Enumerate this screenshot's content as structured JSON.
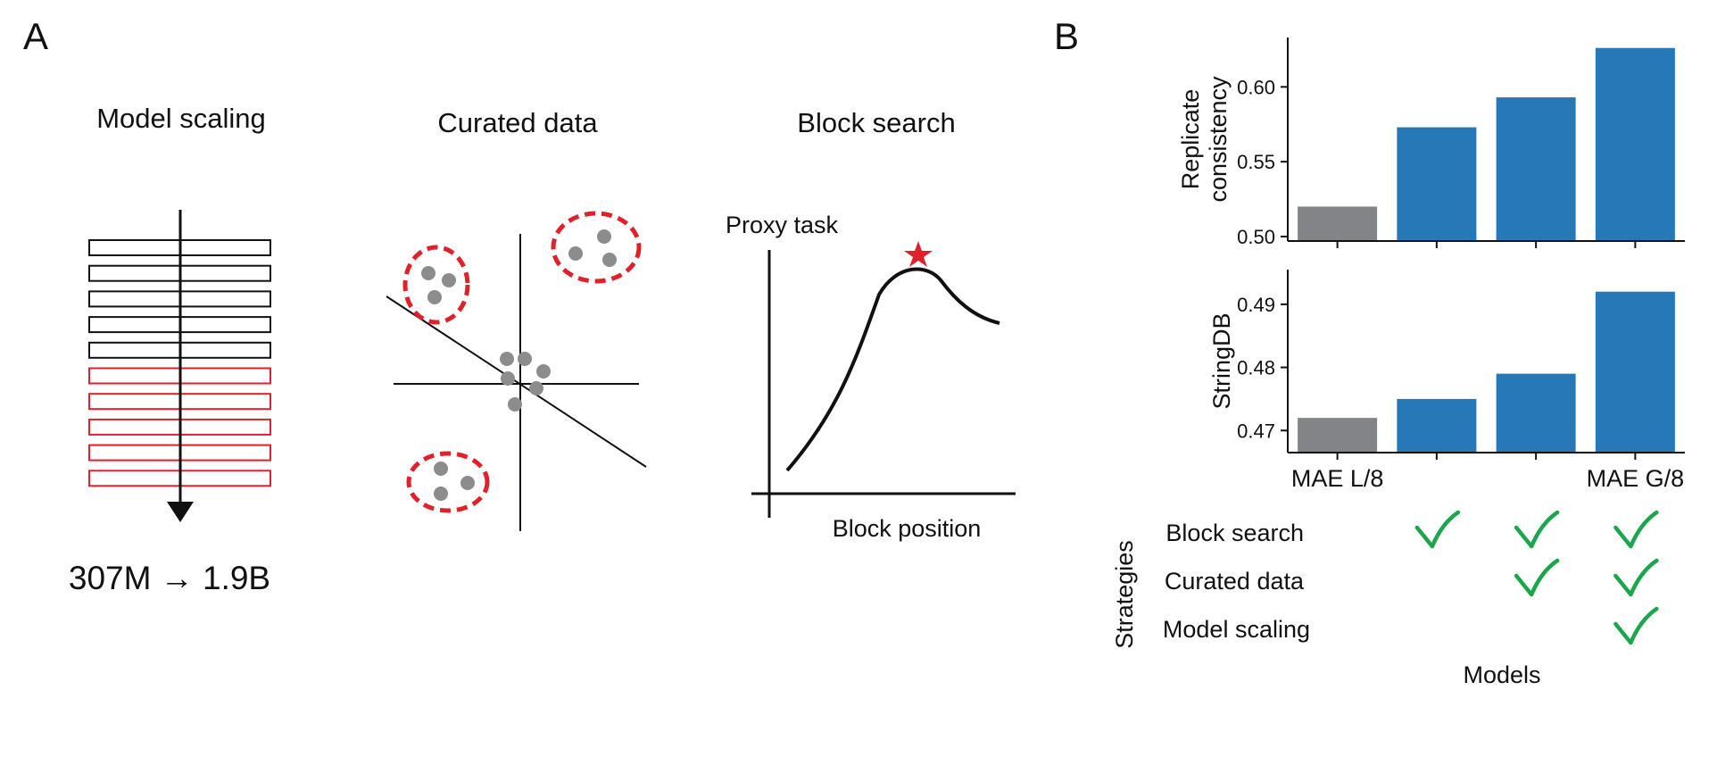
{
  "panel_a": {
    "label": "A",
    "model_scaling": {
      "title": "Model scaling",
      "caption": "307M → 1.9B",
      "black_blocks": 5,
      "red_blocks": 5
    },
    "curated_data": {
      "title": "Curated data"
    },
    "block_search": {
      "title": "Block search",
      "ylabel": "Proxy task",
      "xlabel": "Block position"
    }
  },
  "panel_b": {
    "label": "B",
    "strategies_label": "Strategies",
    "models_label": "Models",
    "strategy_rows": [
      "Block search",
      "Curated data",
      "Model scaling"
    ],
    "checks": [
      [
        false,
        true,
        true,
        true
      ],
      [
        false,
        false,
        true,
        true
      ],
      [
        false,
        false,
        false,
        true
      ]
    ]
  },
  "colors": {
    "gray_bar": "#838487",
    "blue_bar": "#2678b6",
    "red": "#e0202a",
    "check": "#1aa64b"
  },
  "chart_data": [
    {
      "type": "bar",
      "categories": [
        "MAE L/8",
        "",
        "",
        "MAE G/8"
      ],
      "values": [
        0.52,
        0.573,
        0.593,
        0.626
      ],
      "ylabel": "Replicate consistency",
      "ylim": [
        0.497,
        0.633
      ],
      "yticks": [
        "0.50",
        "0.55",
        "0.60"
      ]
    },
    {
      "type": "bar",
      "categories": [
        "MAE L/8",
        "",
        "",
        "MAE G/8"
      ],
      "values": [
        0.472,
        0.475,
        0.479,
        0.492
      ],
      "ylabel": "StringDB",
      "ylim": [
        0.4665,
        0.4955
      ],
      "yticks": [
        "0.47",
        "0.48",
        "0.49"
      ],
      "xtick_labels": [
        "MAE L/8",
        "MAE G/8"
      ]
    }
  ]
}
